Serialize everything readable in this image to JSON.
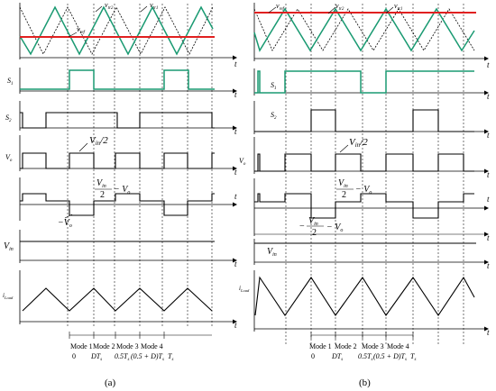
{
  "panel_a": {
    "label": "(a)",
    "axis_t": "t",
    "vtr2": "v",
    "vtr2_sub": "tr2",
    "vtr1": "v",
    "vtr1_sub": "tr1",
    "vref": "v",
    "vref_sub": "ref",
    "s1": "S",
    "s1_sub": "1",
    "s2": "S",
    "s2_sub": "2",
    "vo": "V",
    "vo_sub": "o",
    "vin_half_a": "V",
    "vin_half_a_sub": "in",
    "vin_half_a_tail": "/2",
    "vin_over_2_num": "V",
    "vin_over_2_num_sub": "in",
    "vin_over_2_den": "2",
    "minus_vo_tail": "− V",
    "minus_vo_tail_sub": "o",
    "neg_vo": "−V",
    "neg_vo_sub": "o",
    "vin": "V",
    "vin_sub": "in",
    "iload": "i",
    "iload_sub": "Load",
    "modes": [
      "Mode 1",
      "Mode 2",
      "Mode 3",
      "Mode 4"
    ],
    "times": [
      "0",
      "DT",
      "0.5T",
      "(0.5 + D)T",
      "T"
    ],
    "times_sub": [
      "",
      "s",
      "s",
      "s",
      "s"
    ]
  },
  "panel_b": {
    "label": "(b)",
    "axis_t": "t",
    "vref": "v",
    "vref_sub": "ref",
    "vtr2": "v",
    "vtr2_sub": "tr2",
    "vtr1": "v",
    "vtr1_sub": "tr1",
    "s1": "S",
    "s1_sub": "1",
    "s2": "S",
    "s2_sub": "2",
    "vo": "V",
    "vo_sub": "o",
    "vin_half": "V",
    "vin_half_sub": "in",
    "vin_half_tail": "/2",
    "vin_over_2_num": "V",
    "vin_over_2_num_sub": "in",
    "vin_over_2_den": "2",
    "minus_vo_tail": "− V",
    "minus_vo_tail_sub": "o",
    "neg_lead": "−",
    "neg_vin_num": "V",
    "neg_vin_num_sub": "in",
    "neg_vin_den": "2",
    "neg_minus_vo_tail": "− V",
    "neg_minus_vo_tail_sub": "o",
    "vin": "V",
    "vin_sub": "in",
    "iload": "i",
    "iload_sub": "Load",
    "modes": [
      "Mode 1",
      "Mode 2",
      "Mode 3",
      "Mode 4"
    ],
    "times": [
      "0",
      "DT",
      "0.5T",
      "(0.5 + D)T",
      "T"
    ],
    "times_sub": [
      "",
      "s",
      "s",
      "s",
      "s"
    ]
  }
}
